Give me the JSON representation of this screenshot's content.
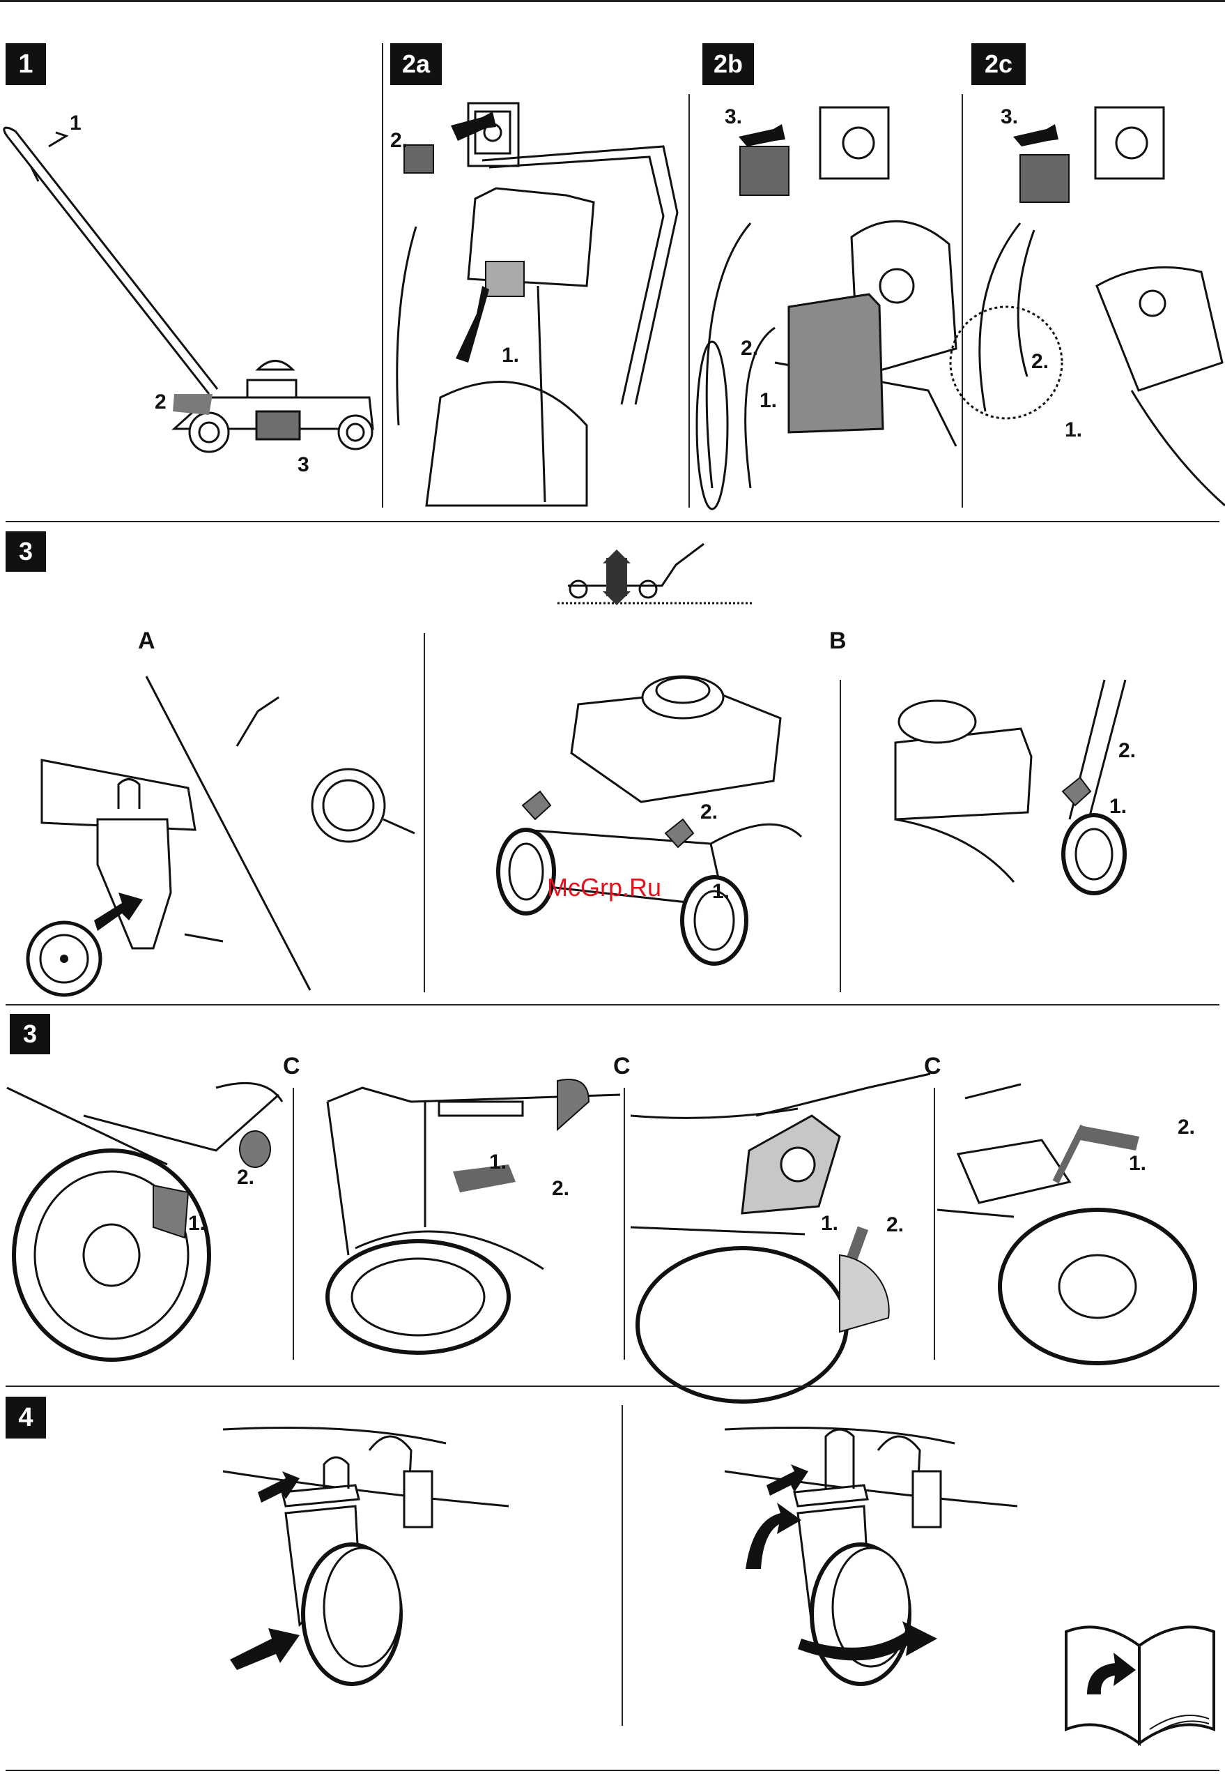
{
  "sections": {
    "s1": {
      "badge": "1",
      "callouts": [
        "1",
        "2",
        "3"
      ]
    },
    "s2a": {
      "badge": "2a",
      "callouts": [
        "2.",
        "1."
      ]
    },
    "s2b": {
      "badge": "2b",
      "callouts": [
        "3.",
        "2.",
        "1."
      ]
    },
    "s2c": {
      "badge": "2c",
      "callouts": [
        "3.",
        "2.",
        "1."
      ]
    },
    "s3": {
      "badge": "3",
      "letter_a": "A",
      "letter_b": "B",
      "mid_callouts": [
        "2.",
        "1."
      ],
      "b_callouts": [
        "2.",
        "1."
      ]
    },
    "s3c": {
      "badge": "3",
      "letter": "C",
      "p1_callouts": [
        "2.",
        "1."
      ],
      "p2_callouts": [
        "1.",
        "2."
      ],
      "p3_callouts": [
        "1.",
        "2."
      ],
      "p4_callouts": [
        "2.",
        "1."
      ]
    },
    "s4": {
      "badge": "4"
    }
  },
  "watermark": "McGrp.Ru",
  "colors": {
    "ink": "#111111",
    "gray": "#7a7a7a",
    "watermark": "#e2131b"
  }
}
